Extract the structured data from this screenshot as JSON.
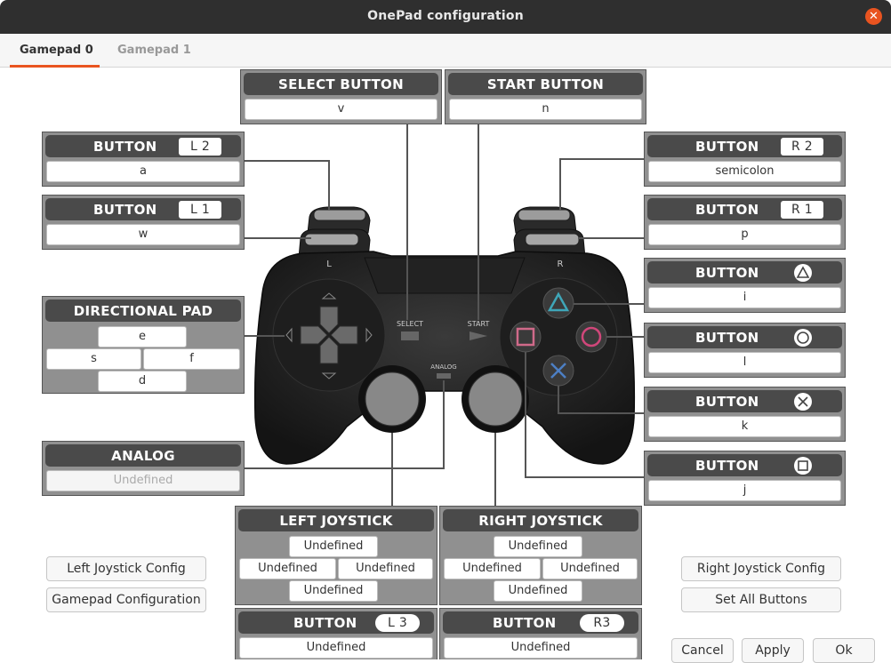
{
  "window": {
    "title": "OnePad configuration"
  },
  "tabs": [
    {
      "label": "Gamepad 0",
      "active": true
    },
    {
      "label": "Gamepad 1",
      "active": false
    }
  ],
  "select_button": {
    "title": "SELECT BUTTON",
    "value": "v"
  },
  "start_button": {
    "title": "START BUTTON",
    "value": "n"
  },
  "l2": {
    "title": "BUTTON",
    "badge": "L 2",
    "value": "a"
  },
  "l1": {
    "title": "BUTTON",
    "badge": "L 1",
    "value": "w"
  },
  "r2": {
    "title": "BUTTON",
    "badge": "R 2",
    "value": "semicolon"
  },
  "r1": {
    "title": "BUTTON",
    "badge": "R 1",
    "value": "p"
  },
  "triangle": {
    "title": "BUTTON",
    "icon": "triangle-icon",
    "value": "i"
  },
  "circle": {
    "title": "BUTTON",
    "icon": "circle-icon",
    "value": "l"
  },
  "cross": {
    "title": "BUTTON",
    "icon": "cross-icon",
    "value": "k"
  },
  "square": {
    "title": "BUTTON",
    "icon": "square-icon",
    "value": "j"
  },
  "dpad": {
    "title": "DIRECTIONAL PAD",
    "up": "e",
    "left": "s",
    "right": "f",
    "down": "d"
  },
  "analog": {
    "title": "ANALOG",
    "value": "Undefined"
  },
  "left_joystick": {
    "title": "LEFT JOYSTICK",
    "up": "Undefined",
    "left": "Undefined",
    "right": "Undefined",
    "down": "Undefined"
  },
  "right_joystick": {
    "title": "RIGHT JOYSTICK",
    "up": "Undefined",
    "left": "Undefined",
    "right": "Undefined",
    "down": "Undefined"
  },
  "l3": {
    "title": "BUTTON",
    "badge": "L 3",
    "value": "Undefined"
  },
  "r3": {
    "title": "BUTTON",
    "badge": "R3",
    "value": "Undefined"
  },
  "controller_labels": {
    "l": "L",
    "r": "R",
    "select": "SELECT",
    "start": "START",
    "analog": "ANALOG"
  },
  "buttons": {
    "left_joystick_config": "Left Joystick Config",
    "gamepad_configuration": "Gamepad Configuration",
    "right_joystick_config": "Right Joystick Config",
    "set_all_buttons": "Set All Buttons",
    "cancel": "Cancel",
    "apply": "Apply",
    "ok": "Ok"
  },
  "colors": {
    "accent": "#e95420",
    "header": "#4a4a4a",
    "panel": "#909090",
    "triangle": "#3fa6b8",
    "circle": "#d0477a",
    "cross": "#4d7fc4",
    "square": "#d06a8a"
  }
}
